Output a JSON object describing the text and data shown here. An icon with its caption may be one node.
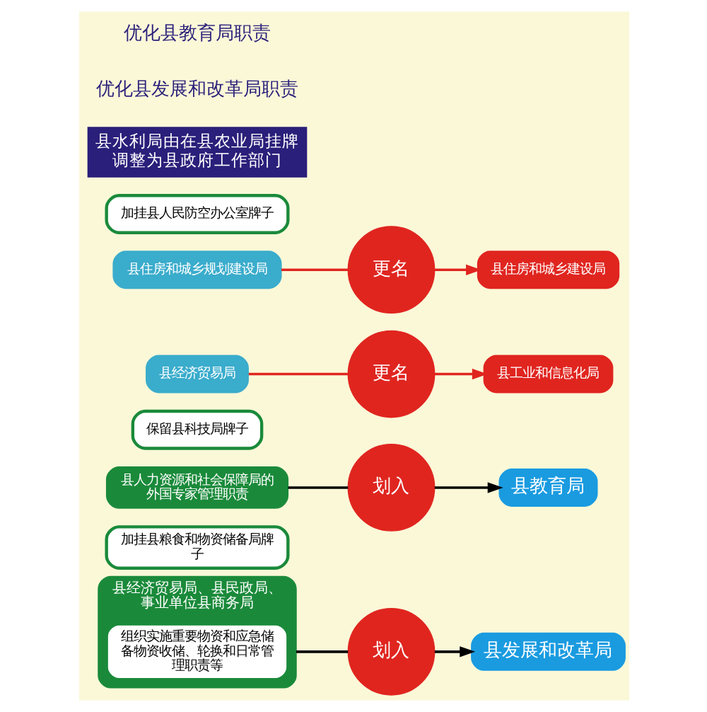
{
  "diagram": {
    "nodes": [
      {
        "text": [
          "县经济贸易局、县民政局、事业单位县商务局"
        ]
      },
      {
        "text": [
          "组织实施重要物资和应急储备物资收储、轮换和日常管理职责等"
        ],
        "in": 0
      },
      {
        "text": [
          "划入"
        ]
      },
      {
        "text": [
          "县发展和改革局"
        ]
      },
      {
        "text": [
          "加挂县粮食和物资储备局牌子"
        ]
      },
      {
        "text": [
          "县人力资源和社会保障局的外国专家管理职责"
        ]
      },
      {
        "text": [
          "划入"
        ]
      },
      {
        "text": [
          "县教育局"
        ]
      },
      {
        "text": [
          "保留县科技局牌子"
        ]
      },
      {
        "text": [
          "县经济贸易局"
        ]
      },
      {
        "text": [
          "更名"
        ]
      },
      {
        "text": [
          "县工业和信息化局"
        ]
      },
      {
        "text": [
          "县住房和城乡规划建设局"
        ]
      },
      {
        "text": [
          "更名"
        ]
      },
      {
        "text": [
          "县住房和城乡建设局"
        ]
      },
      {
        "text": [
          "加挂县人民防空办公室牌子"
        ]
      },
      {
        "text": [
          "县水利局由在县农业局挂牌调整为县政府工作部门"
        ]
      }
    ],
    "edges": [
      {
        "from": 0,
        "to": 2,
        "arrow": "none"
      },
      {
        "from": 2,
        "to": 3,
        "arrow": "to"
      },
      {
        "from": 5,
        "to": 6,
        "arrow": "none"
      },
      {
        "from": 6,
        "to": 7,
        "arrow": "to"
      },
      {
        "from": 9,
        "to": 10,
        "arrow": "none",
        "color": "#e0251f"
      },
      {
        "from": 10,
        "to": 11,
        "arrow": "to",
        "color": "#e0251f"
      },
      {
        "from": 12,
        "to": 13,
        "arrow": "none",
        "color": "#e0251f"
      },
      {
        "from": 13,
        "to": 14,
        "arrow": "to",
        "color": "#e0251f"
      }
    ],
    "labels": [
      "优化县发展和改革局职责",
      "优化县教育局职责"
    ]
  }
}
